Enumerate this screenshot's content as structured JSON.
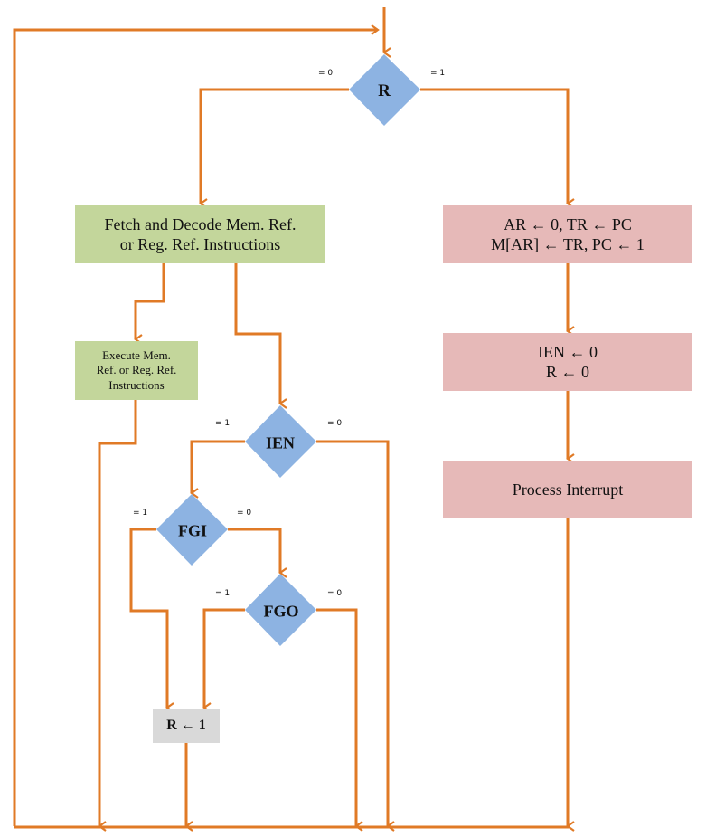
{
  "colors": {
    "arrow": "#e07a26",
    "decision": "#8db3e2",
    "process_green": "#c3d69b",
    "process_pink": "#e6b9b8",
    "process_gray": "#d9d9d9"
  },
  "decisions": {
    "r": {
      "label": "R",
      "left": "= 0",
      "right": "= 1"
    },
    "ien": {
      "label": "IEN",
      "left": "= 1",
      "right": "= 0"
    },
    "fgi": {
      "label": "FGI",
      "left": "= 1",
      "right": "= 0"
    },
    "fgo": {
      "label": "FGO",
      "left": "= 1",
      "right": "= 0"
    }
  },
  "processes": {
    "fetch_decode": "Fetch and Decode Mem. Ref.\nor Reg. Ref. Instructions",
    "execute": "Execute Mem.\nRef. or Reg. Ref.\nInstructions",
    "save_return": "AR ← 0, TR ← PC\nM[AR] ← TR, PC ← 1",
    "disable": "IEN ← 0\nR ← 0",
    "process_interrupt": "Process Interrupt",
    "set_r": "R ← 1"
  }
}
